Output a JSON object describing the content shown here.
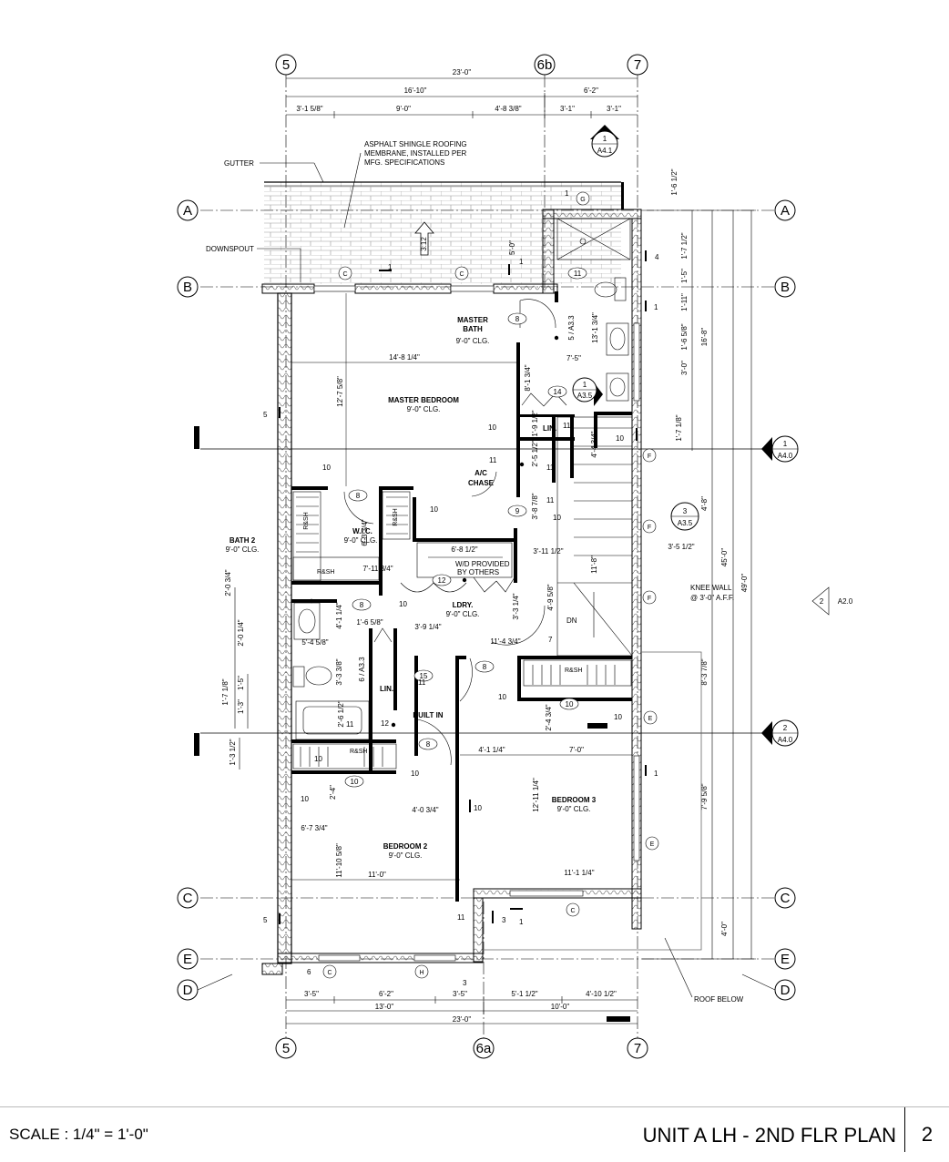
{
  "grid": {
    "top": [
      "5",
      "6b",
      "7"
    ],
    "bottom": [
      "5",
      "6a",
      "7"
    ],
    "left": [
      "A",
      "B",
      "C",
      "E",
      "D"
    ],
    "right": [
      "A",
      "B",
      "C",
      "E",
      "D"
    ]
  },
  "dims_top": [
    "23'-0\"",
    "16'-10\"",
    "6'-2\"",
    "3'-1 5/8\"",
    "9'-0\"",
    "4'-8 3/8\"",
    "3'-1\"",
    "3'-1\""
  ],
  "dims_bottom": [
    "3'-5\"",
    "6'-2\"",
    "3'-5\"",
    "5'-1 1/2\"",
    "4'-10 1/2\"",
    "13'-0\"",
    "10'-0\"",
    "23'-0\""
  ],
  "dims_right": [
    "1'-6 1/2\"",
    "1'-7 1/2\"",
    "1'-5\"",
    "1'-11\"",
    "1'-6 5/8\"",
    "3'-0\"",
    "16'-8\"",
    "1'-7 1/8\"",
    "4'-8\"",
    "45'-0\"",
    "49'-0\"",
    "8'-3 7/8\"",
    "7'-9 5/8\"",
    "4'-0\""
  ],
  "dims_left": [
    "2'-0 3/4\"",
    "2'-0 1/4\"",
    "1'-7 1/8\"",
    "1'-5\"",
    "1'-3\"",
    "1'-3 1/2\""
  ],
  "dims_interior": [
    "14'-8 1/4\"",
    "12'-7 5/8\"",
    "7'-5\"",
    "13'-1 3/4\"",
    "8'-1 3/4\"",
    "1'-9 1/2\"",
    "2'-5 1/2\"",
    "4'-4 3/4\"",
    "3'-8 7/8\"",
    "6'-3 3/4\"",
    "7'-11 3/4\"",
    "6'-8 1/2\"",
    "3'-11 1/2\"",
    "3'-5 1/2\"",
    "11'-8\"",
    "4'-9 5/8\"",
    "3'-3 1/4\"",
    "4'-1 1/4\"",
    "1'-6 5/8\"",
    "3'-9 1/4\"",
    "5'-4 5/8\"",
    "11'-4 3/4\"",
    "3'-3 3/8\"",
    "2'-6 1/2\"",
    "2'-4 3/4\"",
    "4'-1 1/4\"",
    "7'-0\"",
    "12'-11 1/4\"",
    "2'-4\"",
    "4'-0 3/4\"",
    "6'-7 3/4\"",
    "11'-10 5/8\"",
    "11'-0\"",
    "11'-1 1/4\"",
    "5'-0\""
  ],
  "notes": {
    "roofing": [
      "ASPHALT SHINGLE ROOFING",
      "MEMBRANE, INSTALLED PER",
      "MFG. SPECIFICATIONS"
    ],
    "gutter": "GUTTER",
    "downspout": "DOWNSPOUT",
    "slope": "3:12",
    "roof_below": "ROOF BELOW",
    "knee_wall": [
      "KNEE WALL",
      "@ 3'-0\" A.F.F."
    ],
    "wd": [
      "W/D PROVIDED",
      "BY OTHERS"
    ],
    "dn": "DN"
  },
  "rooms": {
    "master_bath": [
      "MASTER",
      "BATH",
      "9'-0\" CLG."
    ],
    "master_bedroom": [
      "MASTER BEDROOM",
      "9'-0\" CLG."
    ],
    "lin1": "LIN.",
    "ac_chase": [
      "A/C",
      "CHASE"
    ],
    "wic": [
      "W.I.C.",
      "9'-0\" CLG."
    ],
    "bath2": [
      "BATH 2",
      "9'-0\" CLG."
    ],
    "ldry": [
      "LDRY.",
      "9'-0\" CLG."
    ],
    "lin2": "LIN.",
    "built_in": "BUILT IN",
    "bedroom2": [
      "BEDROOM 2",
      "9'-0\" CLG."
    ],
    "bedroom3": [
      "BEDROOM 3",
      "9'-0\" CLG."
    ],
    "rsh": "R&SH"
  },
  "tags": {
    "door_tags": [
      "8",
      "8",
      "8",
      "8",
      "8",
      "8",
      "9",
      "10",
      "10",
      "11",
      "12",
      "14",
      "15",
      "11"
    ],
    "window_tags": [
      "C",
      "C",
      "C",
      "C",
      "G",
      "H"
    ],
    "wall_tags": [
      "F",
      "F",
      "F",
      "E",
      "E"
    ],
    "misc_numbers": [
      "1",
      "1",
      "1",
      "1",
      "1",
      "1",
      "3",
      "3",
      "4",
      "5",
      "5",
      "6",
      "7",
      "10",
      "10",
      "10",
      "10",
      "10",
      "10",
      "10",
      "10",
      "10",
      "10",
      "10",
      "10",
      "11",
      "11",
      "11",
      "11",
      "11",
      "11",
      "11",
      "12"
    ]
  },
  "section_marks": [
    {
      "num": "1",
      "sheet": "A4.1"
    },
    {
      "num": "1",
      "sheet": "A3.5"
    },
    {
      "num": "1",
      "sheet": "A4.0"
    },
    {
      "num": "3",
      "sheet": "A3.5"
    },
    {
      "num": "2",
      "sheet": "A4.0"
    },
    {
      "num": "2",
      "sheet": "A2.0"
    },
    {
      "num": "5 / A3.3",
      "sheet": ""
    },
    {
      "num": "6 / A3.3",
      "sheet": ""
    }
  ],
  "footer": {
    "scale": "SCALE : 1/4\" = 1'-0\"",
    "title": "UNIT A LH - 2ND FLR PLAN",
    "sheet": "2"
  }
}
